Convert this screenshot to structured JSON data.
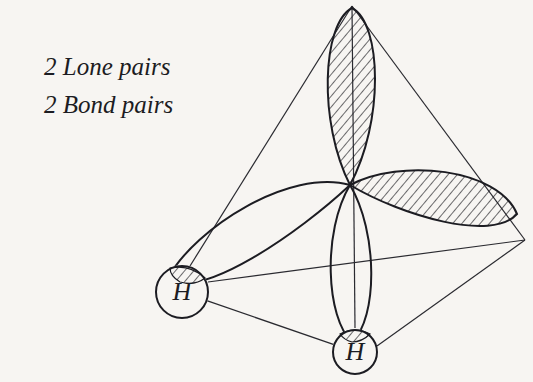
{
  "diagram": {
    "nodes": [
      {
        "text": [
          "H"
        ]
      },
      {
        "text": [
          "H"
        ]
      }
    ],
    "edges": [
      {
        "from": 0,
        "to": 1,
        "arrow": "none"
      }
    ],
    "labels": [
      "2 Lone pairs",
      "2 Bond pairs"
    ]
  }
}
